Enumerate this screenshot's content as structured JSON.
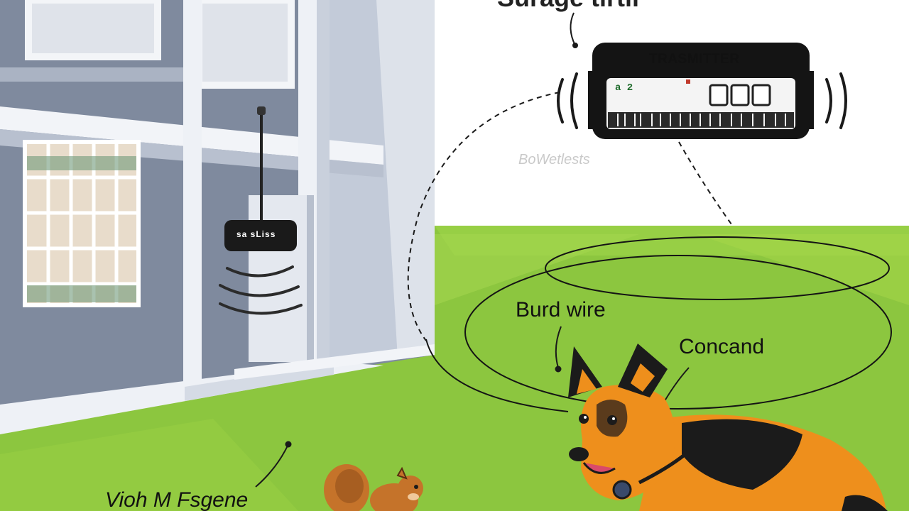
{
  "labels": {
    "top_title_cut": "Surage tirtil",
    "transmitter_title": "TRASMITTER",
    "transmitter_screen": "a 2",
    "faded_note": "BoWetlests",
    "small_device": "sa sLiss",
    "wire": "Burd wire",
    "collar": "Concand",
    "squirrel": "Vioh M Fsgene"
  },
  "colors": {
    "grass": "#8cc63f",
    "grass_light": "#a7d84a",
    "house_wall": "#7f8a9e",
    "house_trim": "#f2f4f8",
    "device_body": "#1a1a1a",
    "dog_orange": "#ee8f1c",
    "dog_black": "#1b1b1b",
    "squirrel": "#c5732a"
  },
  "icons": [
    "transmitter-device-icon",
    "signal-waves-icon",
    "dog-icon",
    "squirrel-icon",
    "house-icon",
    "collar-icon"
  ]
}
